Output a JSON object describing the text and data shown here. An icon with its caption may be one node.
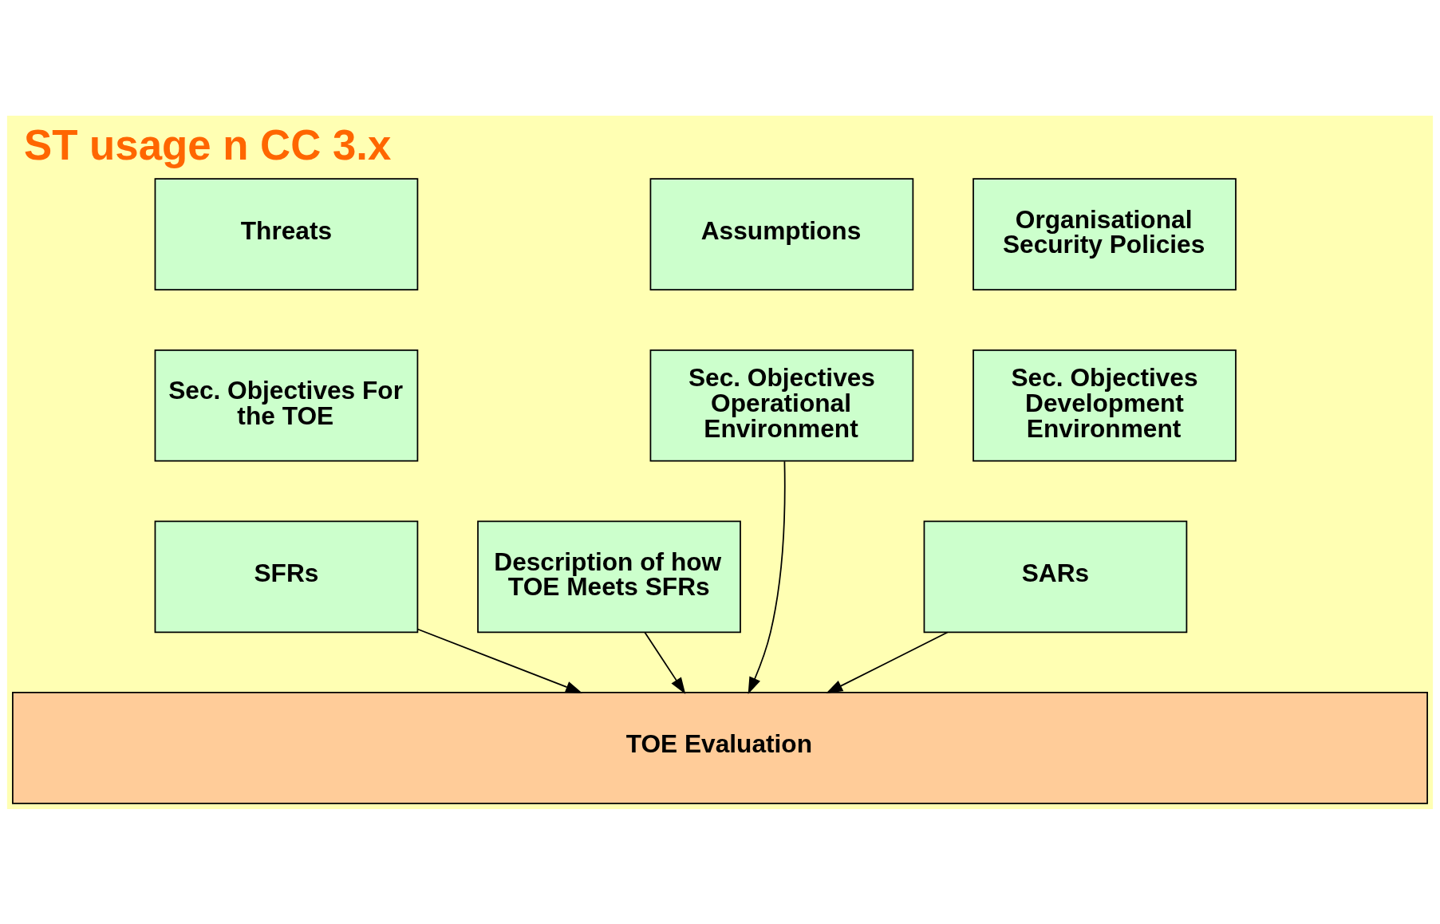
{
  "diagram": {
    "title": "ST usage n CC 3.x",
    "nodes": [
      {
        "text": [
          "Threats"
        ]
      },
      {
        "text": [
          "Organisational Security Policies"
        ]
      },
      {
        "text": [
          "Assumptions"
        ]
      },
      {
        "text": [
          "Sec. Objectives For the TOE"
        ]
      },
      {
        "text": [
          "Sec. Objectives Development Environment"
        ]
      },
      {
        "text": [
          "Sec. Objectives Operational Environment"
        ]
      },
      {
        "text": [
          "Description of how TOE Meets SFRs"
        ]
      },
      {
        "text": [
          "SFRs"
        ]
      },
      {
        "text": [
          "SARs"
        ]
      },
      {
        "text": [
          "TOE Evaluation"
        ]
      }
    ],
    "edges": [
      {
        "from": 6,
        "to": 9,
        "arrow": "to"
      },
      {
        "from": 7,
        "to": 9,
        "arrow": "to"
      },
      {
        "from": 8,
        "to": 9,
        "arrow": "to"
      },
      {
        "from": 5,
        "to": 9,
        "arrow": "to"
      }
    ]
  }
}
